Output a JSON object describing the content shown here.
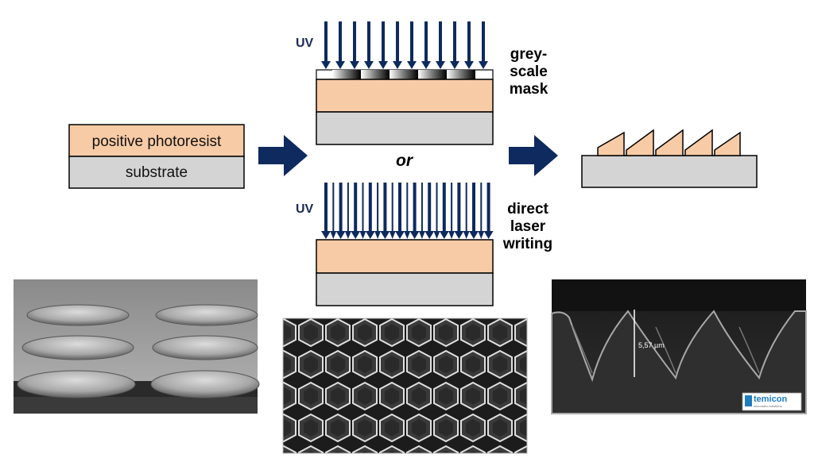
{
  "left_stack": {
    "top_layer": "positive photoresist",
    "bottom_layer": "substrate"
  },
  "top_process": {
    "uv_label": "UV",
    "method_label_lines": [
      "grey-",
      "scale",
      "mask"
    ]
  },
  "connector": {
    "or_label": "or"
  },
  "bottom_process": {
    "uv_label": "UV",
    "method_label_lines": [
      "direct",
      "laser",
      "writing"
    ]
  },
  "sem_images": {
    "right_measurement": "5,57 µm",
    "logo_text": "temicon",
    "logo_subtext": "micronano solutions"
  },
  "colors": {
    "photoresist": "#f7cba6",
    "substrate": "#d4d4d4",
    "arrow": "#0e2a5e",
    "uv_arrow": "#0e2a5e",
    "logo_blue": "#1e7cc0"
  }
}
